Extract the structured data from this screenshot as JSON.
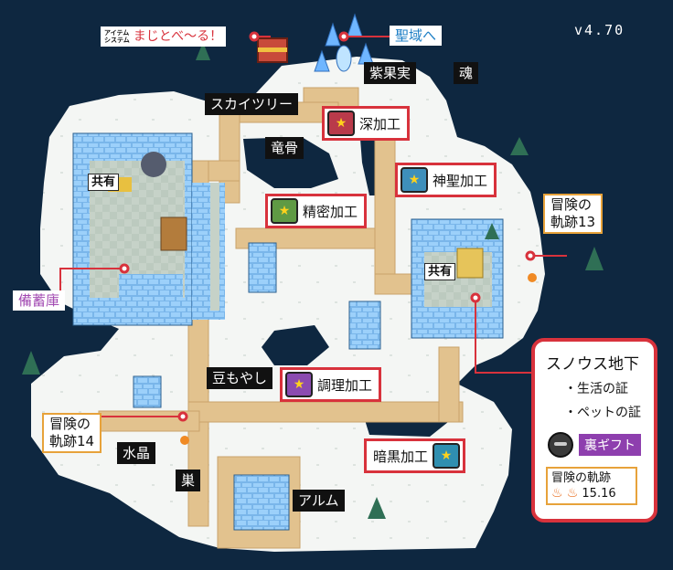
{
  "version": "v4.70",
  "banner": {
    "prefix": "アイテム\nシステム",
    "main": "まじとべ～る！"
  },
  "labels": {
    "seiiki": "聖域へ",
    "shikajitsu": "紫果実",
    "tamashii": "魂",
    "skytree": "スカイツリー",
    "ryukotsu": "竜骨",
    "bichikuko": "備蓄庫",
    "mameyashi": "豆もやし",
    "suisho": "水晶",
    "su": "巣",
    "arumu": "アルム",
    "kyoyu_left": "共有",
    "kyoyu_right": "共有",
    "trail13_line1": "冒険の",
    "trail13_line2": "軌跡13",
    "trail14_line1": "冒険の",
    "trail14_line2": "軌跡14"
  },
  "crafts": {
    "shinkako": "深加工",
    "shinseikako": "神聖加工",
    "seimitsukako": "精密加工",
    "choririkako": "調理加工",
    "ankokukako": "暗黒加工"
  },
  "panel": {
    "title": "スノウス地下",
    "items": [
      "・生活の証",
      "・ペットの証"
    ],
    "gift": "裏ギフト",
    "trail_label": "冒険の軌跡",
    "trail_num": "15.16"
  },
  "colors": {
    "ocean": "#0e2740",
    "snow": "#f4f6f4",
    "path": "#e2c28e",
    "ice_wall": "#7ab6ea",
    "floor": "#c6d2c8",
    "accent_red": "#d8323c",
    "accent_blue": "#1e7fc6",
    "accent_purple": "#a24ab2",
    "gold": "#e7a23a"
  }
}
